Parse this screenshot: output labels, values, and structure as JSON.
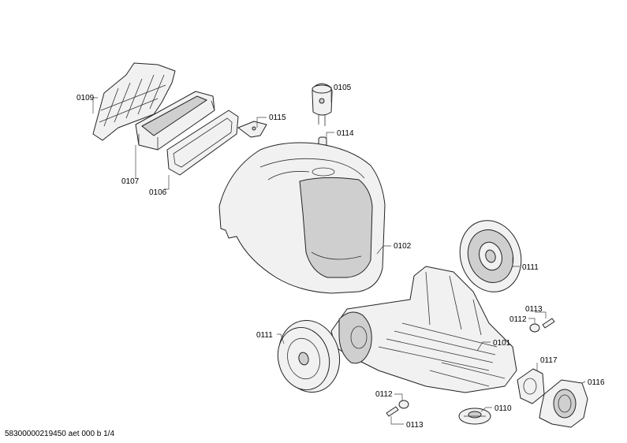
{
  "callouts": {
    "p0109": "0109",
    "p0107": "0107",
    "p0106": "0106",
    "p0105": "0105",
    "p0115": "0115",
    "p0114": "0114",
    "p0102": "0102",
    "p0111a": "0111",
    "p0111b": "0111",
    "p0113a": "0113",
    "p0112a": "0112",
    "p0101": "0101",
    "p0117": "0117",
    "p0116": "0116",
    "p0112b": "0112",
    "p0113b": "0113",
    "p0110": "0110"
  },
  "footer": {
    "document_id": "58300000219450 aet 000 b 1/4"
  }
}
